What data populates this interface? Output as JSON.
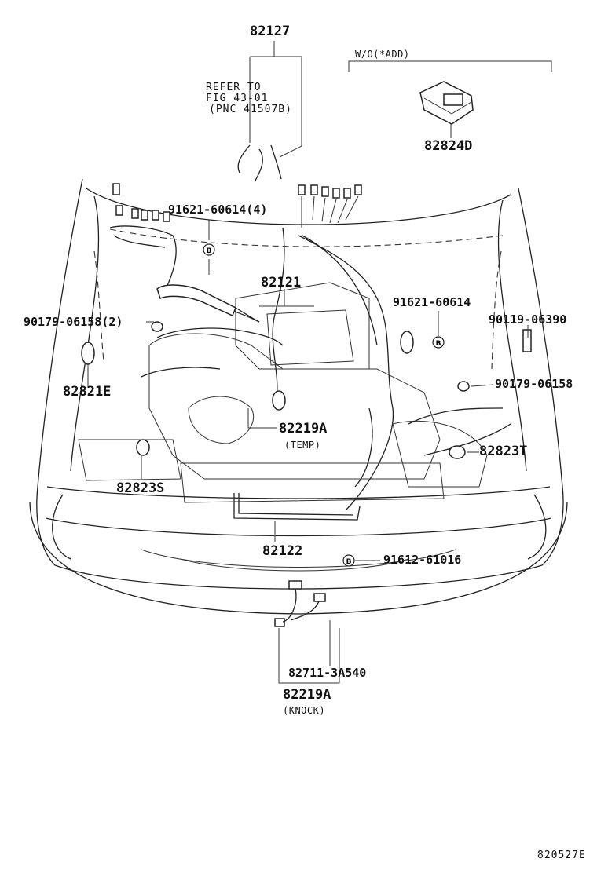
{
  "labels": {
    "harness_top": "82127",
    "refer_line1": "REFER TO",
    "refer_line2": "FIG 43-01",
    "refer_line3": "(PNC 41507B)",
    "wo_note": "W/O(*ADD)",
    "connector_add": "82824D",
    "clamp_4": "91621-60614(4)",
    "harness_main": "82121",
    "bolt_2": "90179-06158(2)",
    "clamp_right": "91621-60614",
    "bolt_right": "90119-06390",
    "connector_left": "82821E",
    "bolt_right2": "90179-06158",
    "sensor_temp": "82219A",
    "temp_note": "(TEMP)",
    "connector_right": "82823T",
    "connector_lower_left": "82823S",
    "harness_lower": "82122",
    "clamp_lower": "91612-61016",
    "connector_knock": "82711-3A540",
    "sensor_knock": "82219A",
    "knock_note": "(KNOCK)",
    "figure_code": "820527E"
  },
  "callout_symbol": "B"
}
